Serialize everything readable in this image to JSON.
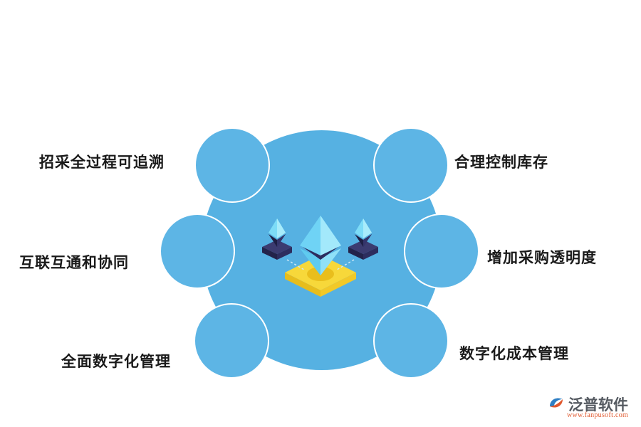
{
  "diagram": {
    "items": [
      {
        "label": "招采全过程可追溯"
      },
      {
        "label": "合理控制库存"
      },
      {
        "label": "互联互通和协同"
      },
      {
        "label": "增加采购透明度"
      },
      {
        "label": "全面数字化管理"
      },
      {
        "label": "数字化成本管理"
      }
    ]
  },
  "logo": {
    "name": "泛普软件",
    "url": "www.fanpusoft.com"
  },
  "colors": {
    "main_circle": "#56b1e2",
    "node_circle": "#5db5e5",
    "gem_light": "#6fd3f5",
    "gem_dark": "#2d2d5e",
    "platform": "#f5d532"
  }
}
